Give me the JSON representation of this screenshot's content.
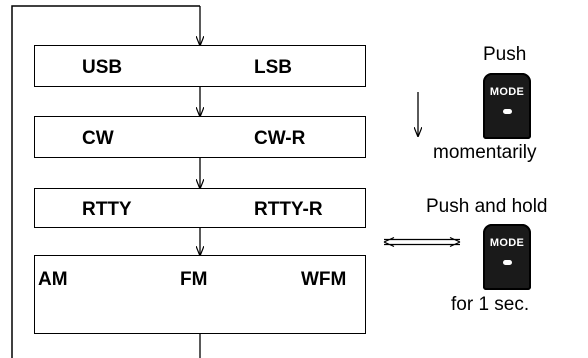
{
  "modes": {
    "ssb": {
      "left": "USB",
      "right": "LSB"
    },
    "cw": {
      "left": "CW",
      "right": "CW-R"
    },
    "rtty": {
      "left": "RTTY",
      "right": "RTTY-R"
    },
    "am_fm": {
      "first": "AM",
      "second": "FM",
      "third": "WFM"
    }
  },
  "instructions": {
    "momentary": {
      "top": "Push",
      "key": "MODE",
      "bottom": "momentarily"
    },
    "hold": {
      "top": "Push and hold",
      "key": "MODE",
      "bottom": "for 1 sec."
    }
  },
  "colors": {
    "line": "#000000",
    "key_face": "#1a1a1a",
    "key_text": "#ffffff"
  },
  "icons": [
    "mode-key-icon",
    "down-arrow-icon",
    "double-arrow-icon"
  ]
}
